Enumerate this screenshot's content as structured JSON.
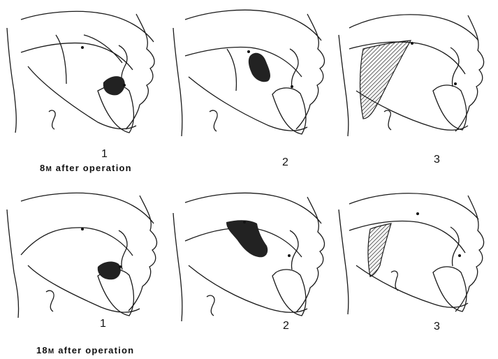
{
  "figure": {
    "rows": [
      {
        "caption_num": "8",
        "caption_unit": "M",
        "caption_text": "after operation",
        "panels": [
          {
            "label": "1",
            "shaded_region": "blob-center"
          },
          {
            "label": "2",
            "shaded_region": "blob-upper"
          },
          {
            "label": "3",
            "shaded_region": "wedge-back"
          }
        ]
      },
      {
        "caption_num": "18",
        "caption_unit": "M",
        "caption_text": "after operation",
        "panels": [
          {
            "label": "1",
            "shaded_region": "blob-center"
          },
          {
            "label": "2",
            "shaded_region": "blob-upper"
          },
          {
            "label": "3",
            "shaded_region": "wedge-back"
          }
        ]
      }
    ],
    "colors": {
      "line": "#1a1a1a",
      "fill": "#333333",
      "background": "#ffffff"
    }
  }
}
